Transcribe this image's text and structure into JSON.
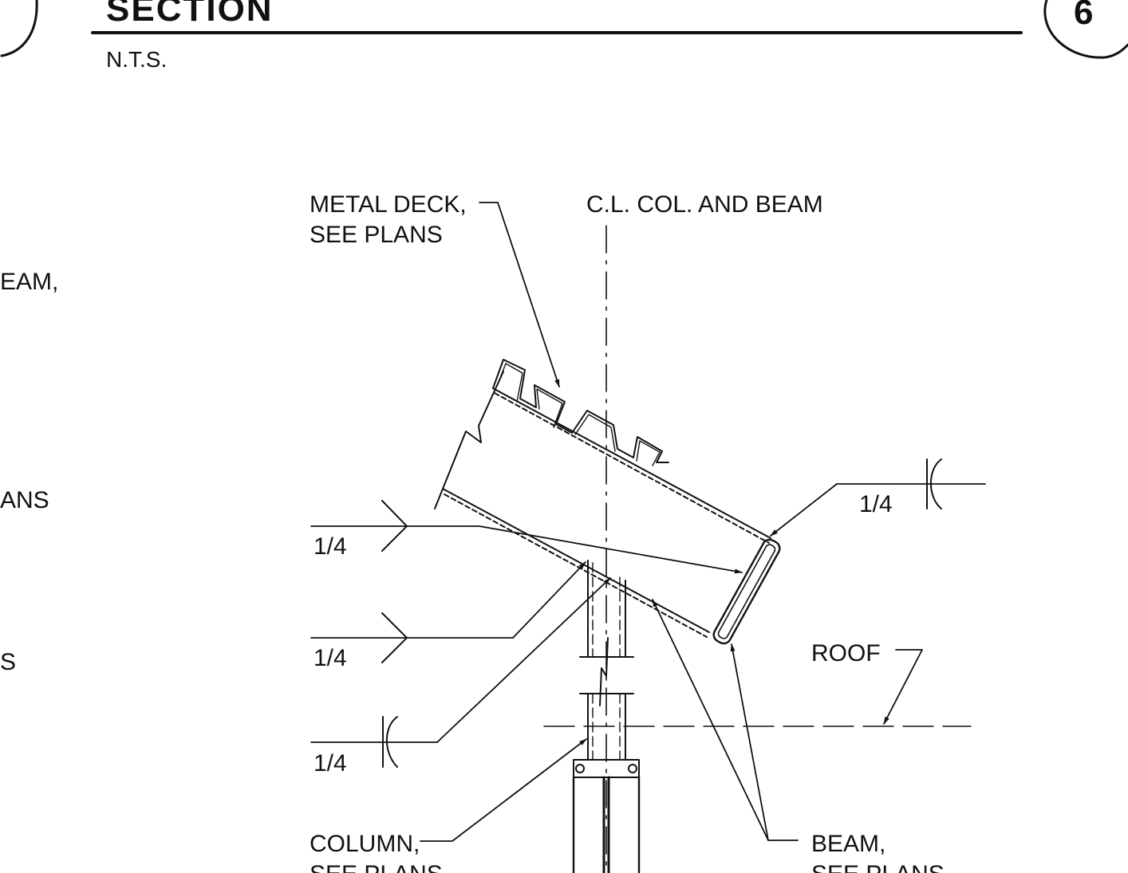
{
  "header": {
    "title": "SECTION",
    "scale": "N.T.S.",
    "detail_number": "6"
  },
  "left_fragments": [
    "EAM,",
    "ANS",
    "S"
  ],
  "labels": {
    "metal_deck_line1": "METAL DECK,",
    "metal_deck_line2": "SEE PLANS",
    "centerline": "C.L. COL. AND BEAM",
    "roof": "ROOF",
    "column_line1": "COLUMN,",
    "column_line2": "SEE PLANS",
    "beam_line1": "BEAM,",
    "beam_line2": "SEE PLANS"
  },
  "welds": {
    "upper_left": "1/4",
    "middle_left": "1/4",
    "lower_left": "1/4",
    "right": "1/4"
  },
  "colors": {
    "ink": "#111111",
    "paper": "#ffffff"
  }
}
